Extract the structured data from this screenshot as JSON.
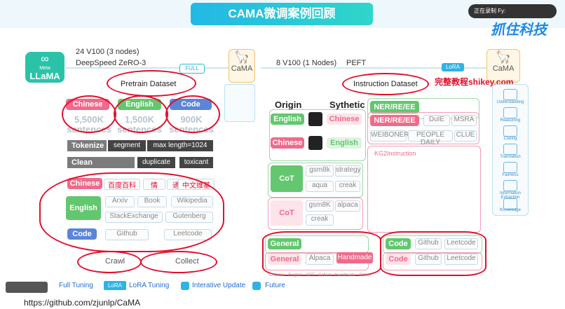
{
  "header": {
    "title": "CAMA微调案例回顾",
    "recording": "正在录制 Fy:",
    "brand": "抓住科技"
  },
  "llama": {
    "meta": "Meta",
    "name": "LLaMA"
  },
  "top_left": {
    "gpu": "24 V100 (3 nodes)",
    "deepspeed": "DeepSpeed ZeRO-3",
    "full": "FULL",
    "cama": "CaMA"
  },
  "top_right": {
    "gpu": "8 V100 (1 Nodes)",
    "peft": "PEFT",
    "lora": "LoRA",
    "cama": "CaMA",
    "watermark": "完整教程shikey.com"
  },
  "pretrain": {
    "title": "Pretrain Dataset",
    "langs": [
      {
        "name": "Chinese",
        "count": "5,500K",
        "unit": "sentences",
        "color": "#f16a8a"
      },
      {
        "name": "English",
        "count": "1,500K",
        "unit": "sentences",
        "color": "#62c76e"
      },
      {
        "name": "Code",
        "count": "900K",
        "unit": "sentences",
        "color": "#5a86d9"
      }
    ],
    "tokenize": {
      "label": "Tokenize",
      "seg": "segment",
      "maxlen": "max length=1024"
    },
    "clean": {
      "label": "Clean",
      "dup": "duplicate",
      "tox": "toxicant"
    },
    "chinese_row": {
      "label": "Chinese",
      "items": [
        "百度百科",
        "情",
        "通",
        "中文维基"
      ]
    },
    "english_row": {
      "label": "English",
      "items": [
        "Arxiv",
        "Book",
        "Wikipedia",
        "StackExchange",
        "Gutenberg"
      ]
    },
    "code_row": {
      "label": "Code",
      "items": [
        "Github",
        "Leetcode"
      ]
    },
    "crawl": "Crawl",
    "collect": "Collect"
  },
  "instruction": {
    "title": "Instruction Dataset",
    "origin": "Origin",
    "synthetic": "Sythetic",
    "english": "English",
    "chinese": "Chinese",
    "cot": "CoT",
    "cot_tags": [
      "gsm8k",
      "strategy",
      "aqua",
      "creak",
      "gsm8K",
      "alpaca",
      "creak"
    ],
    "ner1": "NER/RE/EE",
    "ner2": "NER/RE/EE",
    "ner_tags": [
      "DuIE",
      "MSRA",
      "WEIBONER",
      "PEOPLE DAILY",
      "CLUE"
    ],
    "kg": "KG2Instruction",
    "general1": "General",
    "general2": "General",
    "alpaca": "Alpaca",
    "handmade": "Handmade",
    "code1": "Code",
    "code2": "Code",
    "code_tags": [
      "Github",
      "Leetcode",
      "Github",
      "Leetcode"
    ]
  },
  "legend": [
    {
      "tag": "",
      "text": "Full Tuning"
    },
    {
      "tag": "LoRA",
      "text": "LoRA Tuning"
    },
    {
      "tag": "",
      "text": "Interative Update"
    },
    {
      "tag": "",
      "text": "Future"
    }
  ],
  "small_legend": [
    "Chinese",
    "English",
    "GPT",
    "Collect",
    "Handmade",
    "Crawl"
  ],
  "sidebar": [
    "Understanding",
    "Reasoning",
    "Coding",
    "Translation",
    "Fairness",
    "Information Extraction",
    "Knowledge"
  ],
  "url": "https://github.com/zjunlp/CaMA"
}
